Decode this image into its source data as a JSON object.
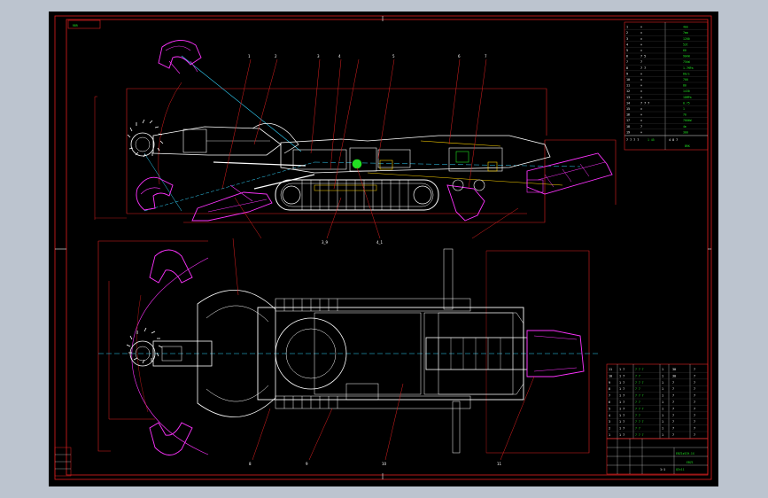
{
  "window": {
    "background_color": "#bcc4cf",
    "canvas_color": "#000000"
  },
  "drawing": {
    "title_tag": "RBR",
    "scale_label": "Q3×11",
    "main_title": "EBZ1ⅡSCH-1X",
    "colors": {
      "border": "#e02020",
      "geometry": "#ffffff",
      "cutter": "#ff33ff",
      "centerline": "#33d6ff",
      "text": "#22e022",
      "accent": "#ffd400"
    },
    "side_view_balloons": [
      "1",
      "2",
      "3",
      "4",
      "5",
      "6",
      "7"
    ],
    "plan_view_balloons": [
      "8",
      "9",
      "10",
      "11"
    ],
    "callouts": [
      "3_9",
      "4_1"
    ],
    "tech_table": {
      "rows": [
        [
          "1",
          "×",
          "4mm"
        ],
        [
          "2",
          "×",
          "7mm"
        ],
        [
          "3",
          "×",
          "1200"
        ],
        [
          "4",
          "×",
          "53t"
        ],
        [
          "5",
          "×",
          "60"
        ],
        [
          "6",
          "7 5",
          "90kW"
        ],
        [
          "7",
          "7",
          "75kW"
        ],
        [
          "8",
          "7 7",
          "1.7MPa"
        ],
        [
          "9",
          "×",
          "60/s"
        ],
        [
          "10",
          "×",
          "700"
        ],
        [
          "11",
          "×",
          "80"
        ],
        [
          "12",
          "×",
          "1430"
        ],
        [
          "13",
          "×",
          "18MPa"
        ],
        [
          "14",
          "7 7 7",
          "0.75"
        ],
        [
          "15",
          "×",
          "1"
        ],
        [
          "16",
          "×",
          "70"
        ],
        [
          "17",
          "×",
          "700kW"
        ],
        [
          "18",
          "7",
          "4m"
        ],
        [
          "19",
          "×",
          "300"
        ]
      ],
      "footer": [
        "7 7 7 7",
        "1 45",
        "4 8 7",
        "BRK"
      ]
    },
    "parts_list": {
      "rows": [
        [
          "11",
          "1 7",
          "7 7 7",
          "1",
          "30",
          "7"
        ],
        [
          "10",
          "1 7",
          "7 7",
          "1",
          "30",
          "7"
        ],
        [
          "9",
          "1 7",
          "7 7 7",
          "1",
          "7",
          "7"
        ],
        [
          "8",
          "1 7",
          "7 7",
          "1",
          "7",
          "7"
        ],
        [
          "7",
          "1 7",
          "7 7 7",
          "1",
          "7",
          "7"
        ],
        [
          "6",
          "1 7",
          "7 7",
          "1",
          "7",
          "7"
        ],
        [
          "5",
          "1 7",
          "7 7 7",
          "1",
          "7",
          "7"
        ],
        [
          "4",
          "1 7",
          "7 7",
          "1",
          "7",
          "7"
        ],
        [
          "3",
          "1 7",
          "7 7 7",
          "1",
          "7",
          "7"
        ],
        [
          "2",
          "1 7",
          "7 7",
          "1",
          "7",
          "7"
        ],
        [
          "1",
          "1 7",
          "7 7 7",
          "1",
          "7",
          "7"
        ]
      ]
    },
    "title_block": {
      "project": "EBZ1ⅡSCH-1X",
      "sheet": "EBZ1",
      "revision": "1:1"
    }
  }
}
